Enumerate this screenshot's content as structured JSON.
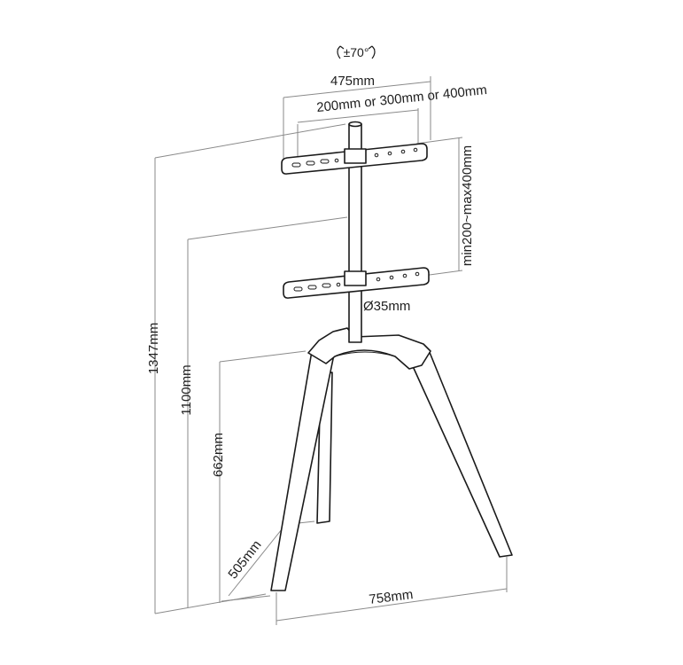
{
  "diagram": {
    "subject": "tripod easel TV floor stand with VESA brackets",
    "labels": {
      "swivel": "±70°",
      "bracket_width": "475mm",
      "vesa_width": "200mm or 300mm or 400mm",
      "vesa_height": "min200~max400mm",
      "pole_diameter": "Ø35mm",
      "total_height": "1347mm",
      "upper_height": "1100mm",
      "lower_height": "662mm",
      "leg_depth": "505mm",
      "base_width": "758mm"
    }
  }
}
